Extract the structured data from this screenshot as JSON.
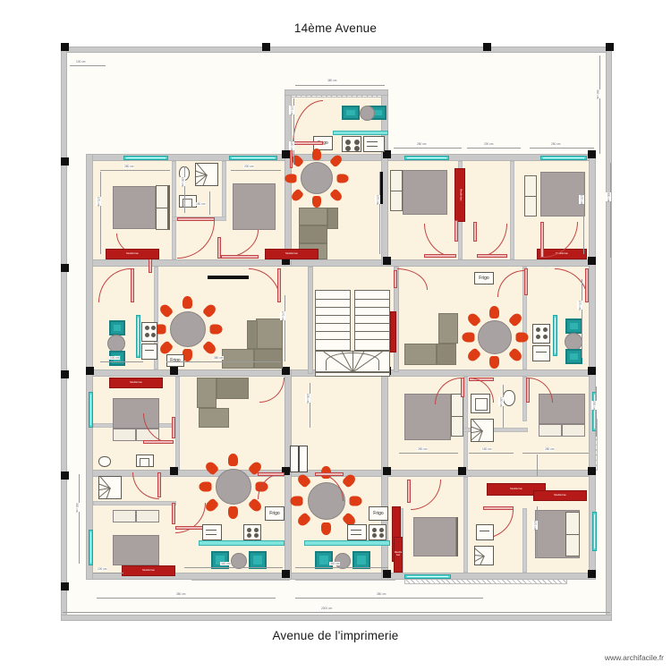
{
  "page": {
    "title": "14ème Avenue",
    "street_top": "14ème Avenue",
    "street_bottom": "Avenue de l'imprimerie",
    "watermark": "www.archifacile.fr",
    "background": "#ffffff"
  },
  "colors": {
    "wall": "#c9c9c9",
    "floor": "#fbf3df",
    "bed": "#a9a0a0",
    "sofa": "#9a9582",
    "chair": "#dd3c14",
    "armchair": "#1f9a9a",
    "window": "#55d6d2",
    "door": "#c14545",
    "redblock": "#b51a18",
    "column": "#101010",
    "dimension": "#9a9a9a"
  },
  "labels": {
    "frigo": "Frigo",
    "redblock": "Meuble bas"
  },
  "dimensions": {
    "d_100": "100 cm",
    "d_120": "120 cm",
    "d_150": "150 cm",
    "d_170": "170 cm",
    "d_200": "200 cm",
    "d_250": "250 cm",
    "d_280": "280 cm",
    "d_300": "300 cm",
    "d_340": "340 cm",
    "d_380": "380 cm",
    "d_2000": "2000 cm"
  },
  "beds": [
    {
      "name": "bed-nw-1"
    },
    {
      "name": "bed-nw-2"
    },
    {
      "name": "bed-n-mid"
    },
    {
      "name": "bed-ne-1"
    },
    {
      "name": "bed-ne-2"
    },
    {
      "name": "bed-w-1"
    },
    {
      "name": "bed-sw-1"
    },
    {
      "name": "bed-s-mid"
    },
    {
      "name": "bed-se-1"
    },
    {
      "name": "bed-se-2"
    }
  ],
  "dining_sets": [
    {
      "name": "dining-top-center",
      "chairs": 6
    },
    {
      "name": "dining-left",
      "chairs": 6
    },
    {
      "name": "dining-right",
      "chairs": 6
    },
    {
      "name": "dining-bottom-left",
      "chairs": 6
    },
    {
      "name": "dining-bottom-center",
      "chairs": 6
    }
  ]
}
